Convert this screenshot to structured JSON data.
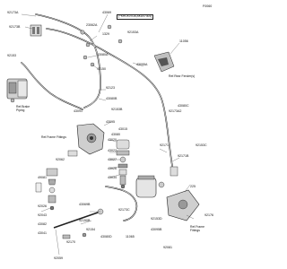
{
  "diagram_code": "F0060",
  "note_box": "(~KHCK07DA,AKD07304)",
  "refs": {
    "rear_fender": "Ref.Rear Fender(s)",
    "frame_fittings_left": "Ref.Frame Fittings",
    "frame_fittings_right": "Ref.Frame\nFittings",
    "hose_label": "Ref.Brake\nPiping"
  },
  "parts": [
    "92173A",
    "43069",
    "92173B",
    "23062A",
    "1329",
    "92153",
    "43080A",
    "92150",
    "92153A",
    "43095A",
    "92173A2",
    "43080B",
    "92123",
    "11056",
    "43095",
    "43091",
    "43080",
    "43080C",
    "92153B",
    "43020",
    "43022",
    "43027",
    "43026",
    "43034",
    "92171",
    "43015",
    "92171B",
    "92153C",
    "92062",
    "49081",
    "92026",
    "92043",
    "43082",
    "43041",
    "43069B",
    "92150B",
    "92173C",
    "11065",
    "92170",
    "43080D",
    "92154",
    "92153D",
    "43095B",
    "92081",
    "92059",
    "225",
    "92176"
  ]
}
